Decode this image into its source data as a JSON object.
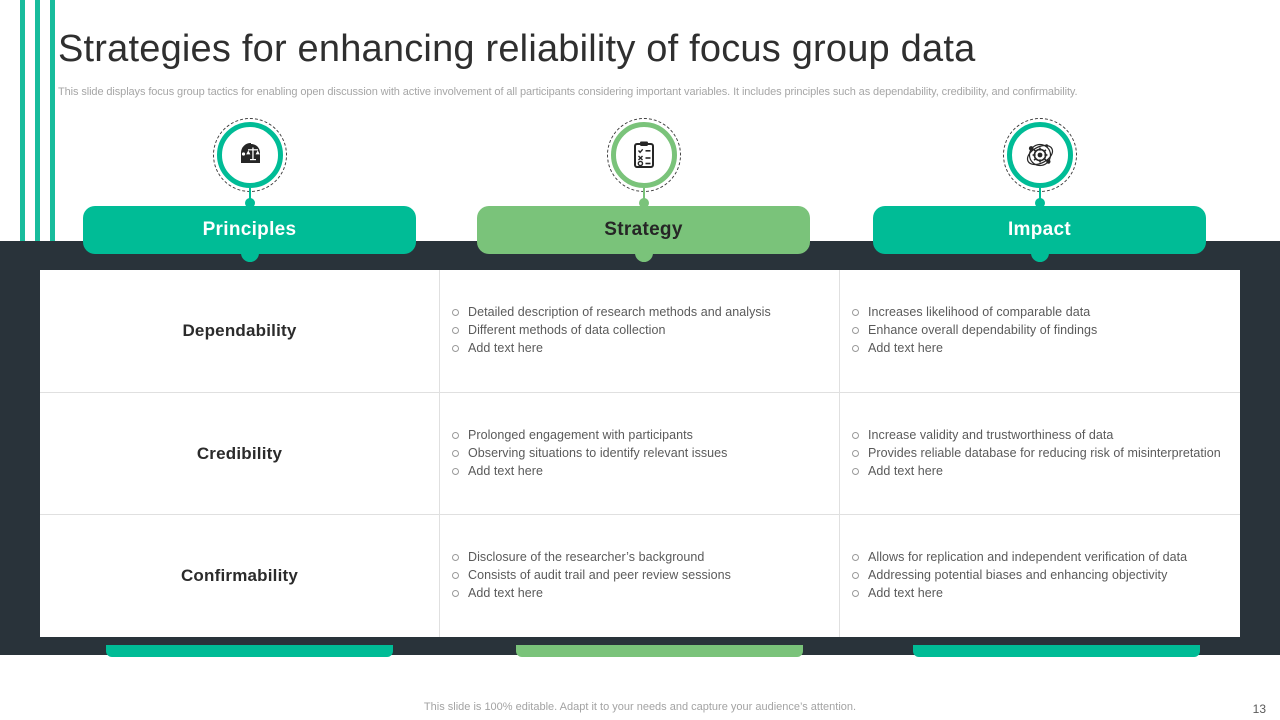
{
  "slide": {
    "title": "Strategies  for enhancing reliability of focus group data",
    "subtitle": "This slide displays focus group tactics for enabling open discussion with active involvement of all participants considering important variables. It includes principles such as dependability, credibility, and confirmability.",
    "footer_note": "This slide is 100% editable. Adapt it to your needs and capture your audience’s attention.",
    "page_number": "13"
  },
  "colors": {
    "teal": "#00bc96",
    "green": "#7ac37a",
    "dark_panel": "#29333a",
    "stripe": "#18bc9c",
    "body_text": "#5a5a5a",
    "label_text": "#2b2b2b"
  },
  "columns": [
    {
      "label": "Principles",
      "icon": "head-scales-icon",
      "accent": "teal"
    },
    {
      "label": "Strategy",
      "icon": "clipboard-checklist-icon",
      "accent": "green"
    },
    {
      "label": "Impact",
      "icon": "atom-gear-icon",
      "accent": "teal"
    }
  ],
  "table": {
    "rows": [
      {
        "label": "Dependability",
        "strategy": [
          "Detailed description of research methods and analysis",
          "Different  methods of data collection",
          "Add text here"
        ],
        "impact": [
          "Increases likelihood of comparable  data",
          "Enhance overall  dependability of findings",
          "Add text here"
        ]
      },
      {
        "label": "Credibility",
        "strategy": [
          "Prolonged  engagement  with participants",
          "Observing  situations to identify  relevant  issues",
          "Add text here"
        ],
        "impact": [
          "Increase validity  and trustworthiness  of data",
          "Provides  reliable  database for reducing risk of misinterpretation",
          "Add text here"
        ]
      },
      {
        "label": "Confirmability",
        "strategy": [
          "Disclosure of the researcher’s  background",
          "Consists of audit  trail and peer  review  sessions",
          "Add text here"
        ],
        "impact": [
          "Allows for replication and independent  verification  of data",
          "Addressing potential  biases and enhancing  objectivity",
          "Add text here"
        ]
      }
    ]
  }
}
